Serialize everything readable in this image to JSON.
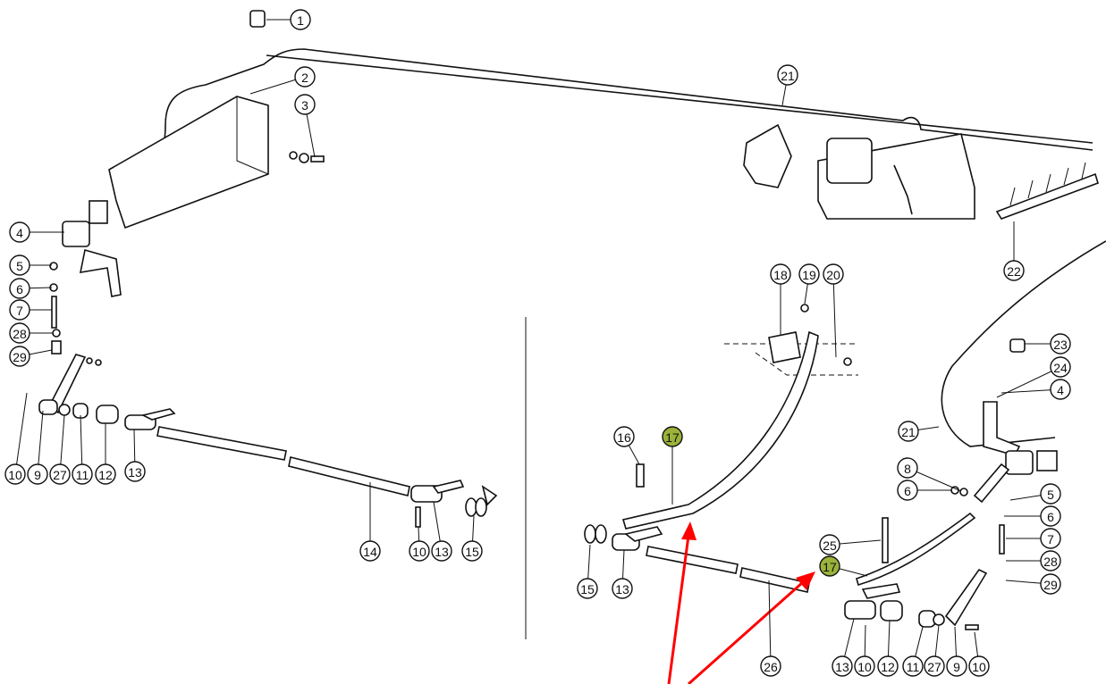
{
  "diagram": {
    "highlight_color": "#9bb33a",
    "arrow_color": "#ff0000",
    "callouts": [
      {
        "label": "1"
      },
      {
        "label": "2"
      },
      {
        "label": "3"
      },
      {
        "label": "4"
      },
      {
        "label": "5"
      },
      {
        "label": "6"
      },
      {
        "label": "7"
      },
      {
        "label": "28"
      },
      {
        "label": "29"
      },
      {
        "label": "10"
      },
      {
        "label": "9"
      },
      {
        "label": "27"
      },
      {
        "label": "11"
      },
      {
        "label": "12"
      },
      {
        "label": "13"
      },
      {
        "label": "14"
      },
      {
        "label": "10"
      },
      {
        "label": "13"
      },
      {
        "label": "15"
      },
      {
        "label": "21"
      },
      {
        "label": "22"
      },
      {
        "label": "18"
      },
      {
        "label": "19"
      },
      {
        "label": "20"
      },
      {
        "label": "23"
      },
      {
        "label": "24"
      },
      {
        "label": "4"
      },
      {
        "label": "21"
      },
      {
        "label": "17",
        "highlight": true
      },
      {
        "label": "16"
      },
      {
        "label": "8"
      },
      {
        "label": "6"
      },
      {
        "label": "5"
      },
      {
        "label": "6"
      },
      {
        "label": "7"
      },
      {
        "label": "28"
      },
      {
        "label": "29"
      },
      {
        "label": "25"
      },
      {
        "label": "17",
        "highlight": true
      },
      {
        "label": "15"
      },
      {
        "label": "13"
      },
      {
        "label": "26"
      },
      {
        "label": "13"
      },
      {
        "label": "10"
      },
      {
        "label": "12"
      },
      {
        "label": "11"
      },
      {
        "label": "27"
      },
      {
        "label": "9"
      },
      {
        "label": "10"
      }
    ]
  }
}
